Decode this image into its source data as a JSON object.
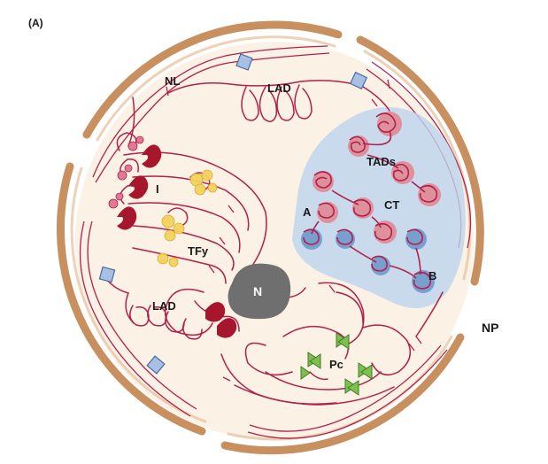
{
  "figure": {
    "panel_label": "(A)",
    "labels": {
      "nl": "NL",
      "lad_top": "LAD",
      "lad_bottom": "LAD",
      "tads": "TADs",
      "a": "A",
      "ct": "CT",
      "b": "B",
      "i": "I",
      "tf": "TFy",
      "n": "N",
      "np": "NP",
      "pc": "Pc"
    }
  },
  "colors": {
    "envelope": "#c8905f",
    "envelope_dark": "#a86e43",
    "nucleoplasm": "#fbf1e4",
    "chromatin": "#b0214b",
    "chromatin_light": "#e07a94",
    "territory": "#bcd4ee",
    "tad_red": "#e3838f",
    "tad_blue": "#6c93c8",
    "pore_fill": "#a8bfe6",
    "pore_stroke": "#4a6aa0",
    "nucleolus": "#6f6f6f",
    "tf": "#f3d35a",
    "polycomb": "#7fbf4f",
    "cohesin": "#a6172e"
  }
}
